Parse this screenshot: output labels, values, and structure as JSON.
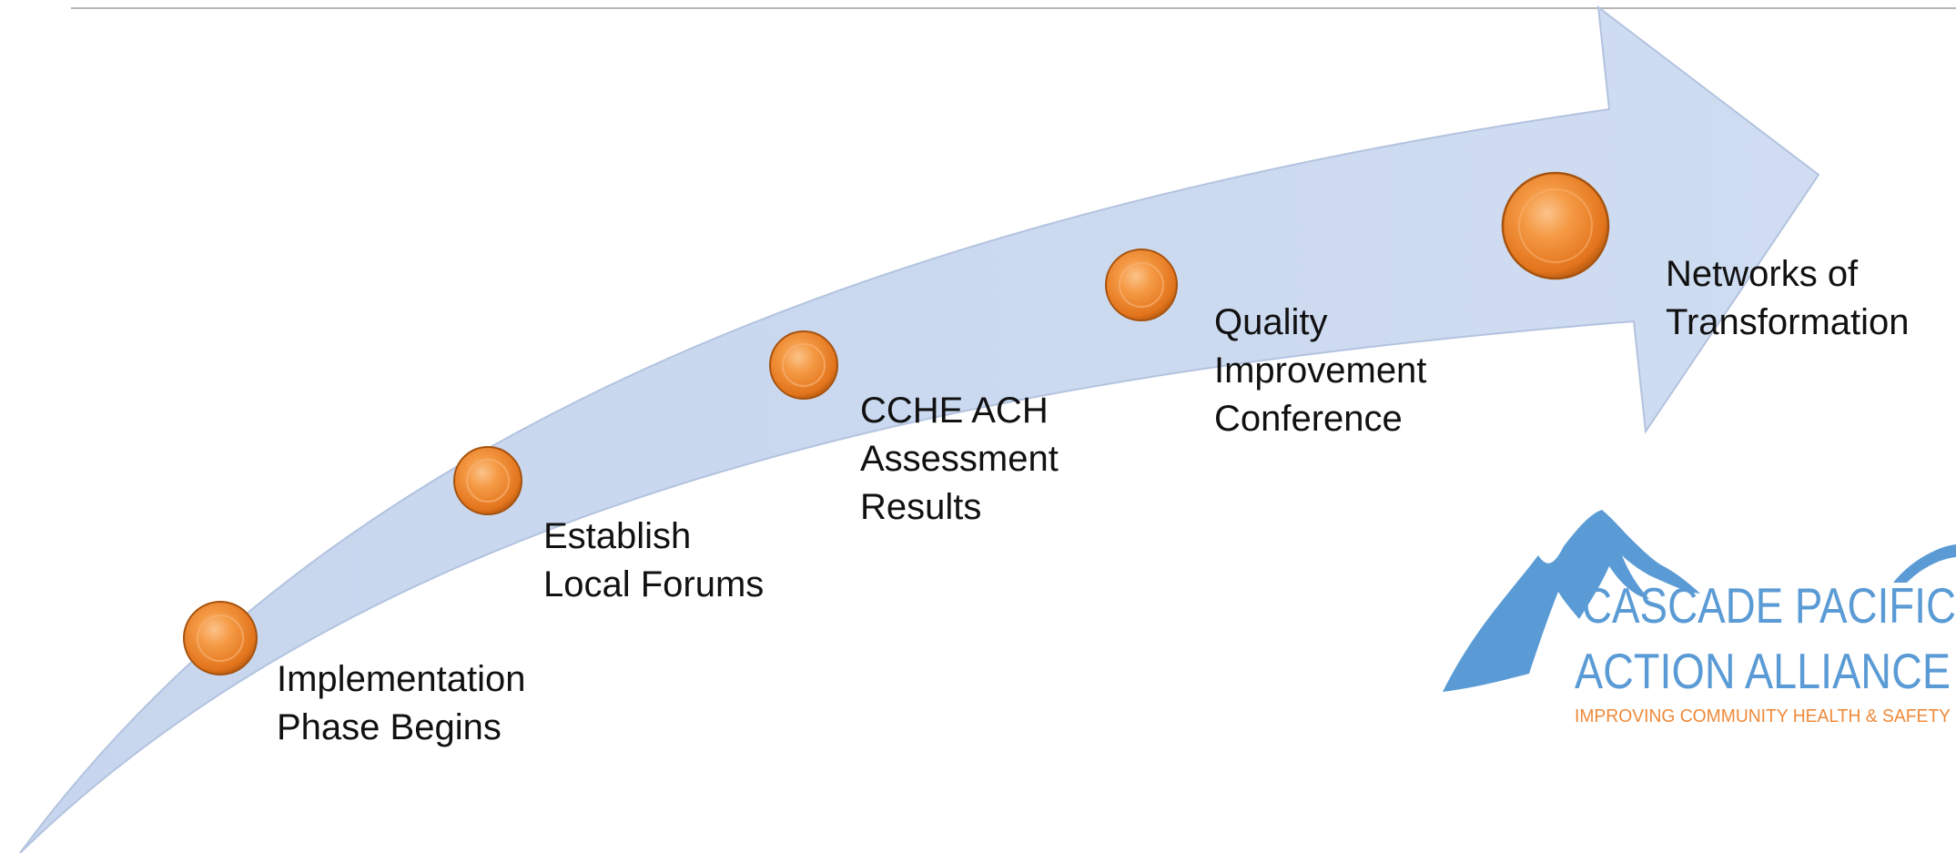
{
  "milestones": [
    {
      "label": "Implementation\nPhase Begins"
    },
    {
      "label": "Establish\nLocal Forums"
    },
    {
      "label": "CCHE ACH\nAssessment\nResults"
    },
    {
      "label": "Quality\nImprovement\nConference"
    },
    {
      "label": "Networks of\nTransformation"
    }
  ],
  "logo": {
    "line1": "CASCADE PACIFIC",
    "line2": "ACTION ALLIANCE",
    "tagline": "IMPROVING COMMUNITY HEALTH & SAFETY"
  },
  "colors": {
    "arrow": "#c9d7ee",
    "arrow_edge": "#b6c6e0",
    "dot": "#f08a2c",
    "logo_blue": "#5b9bd5",
    "logo_orange": "#ee8a3a"
  }
}
